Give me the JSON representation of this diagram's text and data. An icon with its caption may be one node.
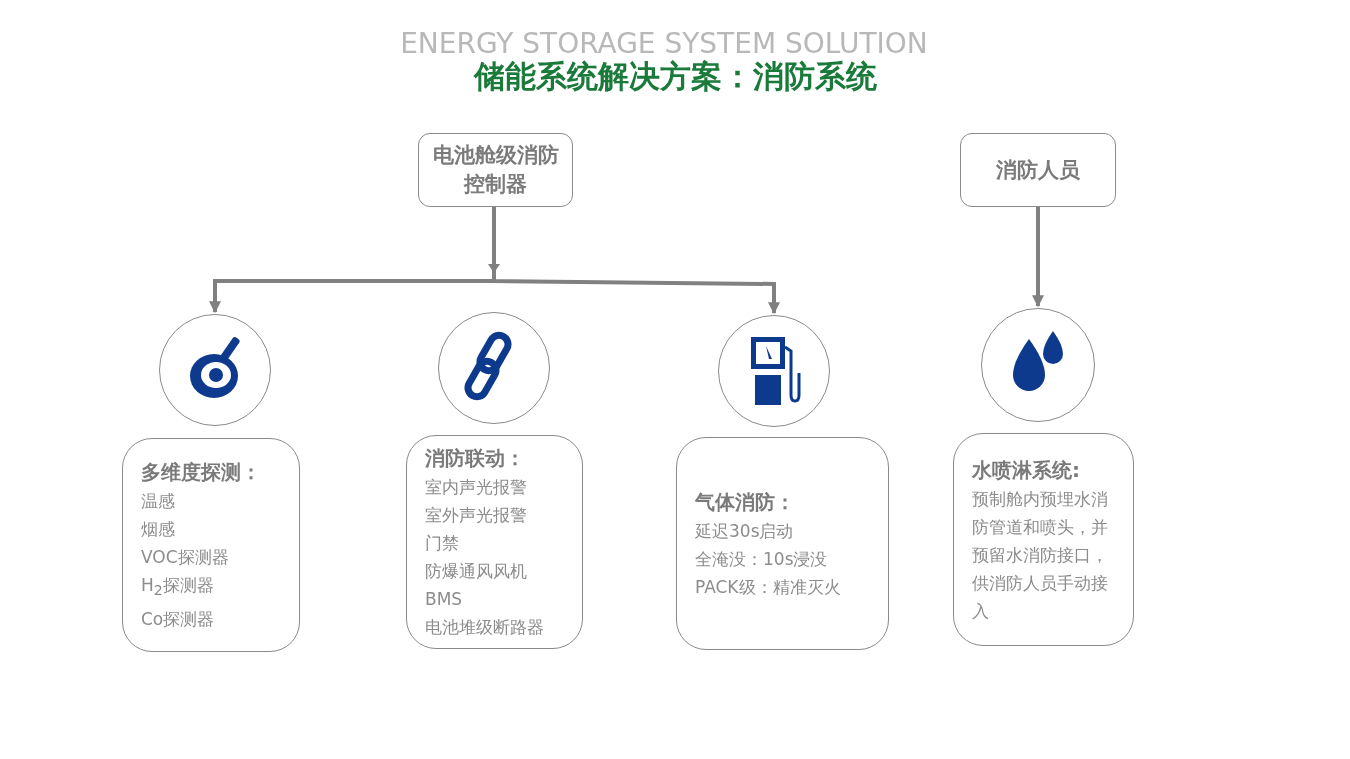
{
  "diagram": {
    "title": "储能系统解决方案：消防系统",
    "nodes": [
      {
        "text": [
          "电池舱级消防控制器"
        ]
      },
      {
        "text": [
          "消防人员"
        ]
      },
      {
        "text": [],
        "shape": "circle"
      },
      {
        "text": [],
        "shape": "circle"
      },
      {
        "text": [],
        "shape": "circle"
      },
      {
        "text": [],
        "shape": "circle"
      },
      {
        "text": [
          "多维度探测：",
          "温感",
          "烟感",
          "VOC探测器",
          "H$_{2}$探测器",
          "Co探测器"
        ]
      },
      {
        "text": [
          "消防联动：",
          "室内声光报警",
          "室外声光报警",
          "门禁",
          "防爆通风风机",
          "BMS",
          "电池堆级断路器"
        ]
      },
      {
        "text": [
          "气体消防：",
          "延迟30s启动",
          "全淹没：10s浸没",
          "PACK级：精准灭火"
        ]
      },
      {
        "text": [
          "水喷淋系统:",
          "预制舱内预埋水消防管道和喷头，并预留水消防接口，供消防人员手动接入"
        ]
      }
    ],
    "edges": [
      {
        "from": 0,
        "to": 2,
        "arrow": "to"
      },
      {
        "from": 0,
        "to": 4,
        "arrow": "to"
      },
      {
        "from": 1,
        "to": 5,
        "arrow": "to"
      }
    ],
    "labels": [
      "ENERGY STORAGE SYSTEM SOLUTION"
    ]
  }
}
